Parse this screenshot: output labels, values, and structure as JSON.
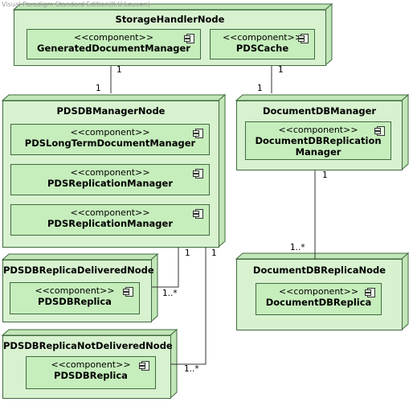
{
  "watermark": "Visual Paradigm Standard Edition(K.U.Leuven)",
  "nodes": {
    "storage_handler": {
      "title": "StorageHandlerNode",
      "components": [
        {
          "stereotype": "<<component>>",
          "name": "GeneratedDocumentManager"
        },
        {
          "stereotype": "<<component>>",
          "name": "PDSCache"
        }
      ]
    },
    "pdsdb_manager": {
      "title": "PDSDBManagerNode",
      "components": [
        {
          "stereotype": "<<component>>",
          "name": "PDSLongTermDocumentManager"
        },
        {
          "stereotype": "<<component>>",
          "name": "PDSReplicationManager"
        },
        {
          "stereotype": "<<component>>",
          "name": "PDSReplicationManager"
        }
      ]
    },
    "document_db_manager": {
      "title": "DocumentDBManager",
      "components": [
        {
          "stereotype": "<<component>>",
          "name_line1": "DocumentDBReplication",
          "name_line2": "Manager"
        }
      ]
    },
    "replica_delivered": {
      "title": "PDSDBReplicaDeliveredNode",
      "components": [
        {
          "stereotype": "<<component>>",
          "name": "PDSDBReplica"
        }
      ]
    },
    "replica_not_delivered": {
      "title": "PDSDBReplicaNotDeliveredNode",
      "components": [
        {
          "stereotype": "<<component>>",
          "name": "PDSDBReplica"
        }
      ]
    },
    "document_db_replica": {
      "title": "DocumentDBReplicaNode",
      "components": [
        {
          "stereotype": "<<component>>",
          "name": "DocumentDBReplica"
        }
      ]
    }
  },
  "multiplicities": {
    "storage_to_pdsdb_top": "1",
    "storage_to_pdsdb_bottom": "1",
    "storage_to_docdb_top": "1",
    "storage_to_docdb_bottom": "1",
    "docdb_to_replica_top": "1",
    "docdb_to_replica_bottom": "1..*",
    "pdsdb_to_delivered_top": "1",
    "pdsdb_to_delivered_bottom": "1..*",
    "pdsdb_to_notdelivered_top": "1",
    "pdsdb_to_notdelivered_bottom": "1..*"
  },
  "colors": {
    "node_fill": "#d8f2d0",
    "node_side": "#c2e6b8",
    "component_fill": "#c6eebc",
    "stroke": "#3f6a3f"
  }
}
